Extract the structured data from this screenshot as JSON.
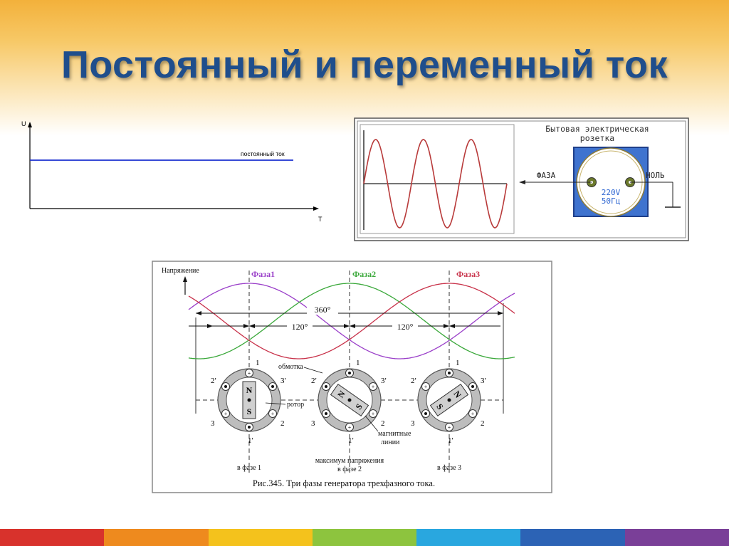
{
  "slide": {
    "title": "Постоянный и переменный ток"
  },
  "dc_graph": {
    "y_axis_label": "U",
    "x_axis_label": "T",
    "line_label": "постоянный ток"
  },
  "socket_panel": {
    "heading_line1": "Бытовая электрическая",
    "heading_line2": "розетка",
    "phase_label": "ФАЗА",
    "neutral_label": "НОЛЬ",
    "voltage_label": "220V",
    "frequency_label": "50Гц"
  },
  "three_phase": {
    "y_axis_label": "Напряжение",
    "phase1_label": "Фаза1",
    "phase2_label": "Фаза2",
    "phase3_label": "Фаза3",
    "period_label": "360°",
    "shift_label_a": "120°",
    "shift_label_b": "120°",
    "winding_label": "обмотка",
    "rotor_label": "ротор",
    "magnetic_lines_label_line1": "магнитные",
    "magnetic_lines_label_line2": "линии",
    "max_voltage_label_line1": "максимум напряжения",
    "max_voltage_label_line2": "в фазе 2",
    "in_phase1_label": "в фазе 1",
    "in_phase3_label": "в фазе 3",
    "caption": "Рис.345. Три фазы генератора трехфазного тока.",
    "pole_n": "N",
    "pole_s": "S",
    "coil_labels": [
      "1",
      "2′",
      "3′",
      "3",
      "2",
      "1′"
    ]
  },
  "colors": {
    "title": "#1f4e8c",
    "phase1": "#9a3fc9",
    "phase2": "#3aa83a",
    "phase3": "#c8324a",
    "dc_line": "#1a2fd0",
    "socket_blue": "#3f73cf"
  },
  "stripe_colors": [
    "#d8322c",
    "#ee8a1e",
    "#f4c21c",
    "#8dc43e",
    "#29a7df",
    "#2c63b5",
    "#7a3f98"
  ]
}
